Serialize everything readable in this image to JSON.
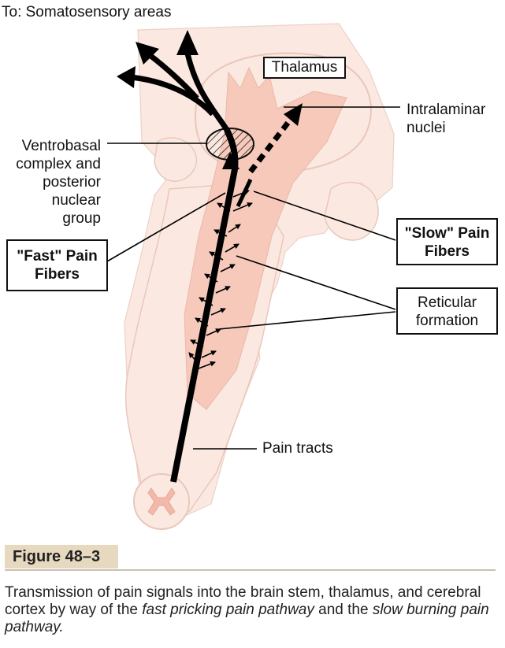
{
  "labels": {
    "top": "To: Somatosensory areas",
    "thalamus": "Thalamus",
    "intralaminar": [
      "Intralaminar",
      "nuclei"
    ],
    "ventrobasal": [
      "Ventrobasal",
      "complex and",
      "posterior",
      "nuclear",
      "group"
    ],
    "fast": [
      "\"Fast\" Pain",
      "Fibers"
    ],
    "slow": [
      "\"Slow\" Pain",
      "Fibers"
    ],
    "reticular": [
      "Reticular",
      "formation"
    ],
    "pain_tracts": "Pain tracts"
  },
  "figure": {
    "tag": "Figure 48–3",
    "caption_a": "Transmission of pain signals into the brain stem, thalamus, and cerebral cortex by way of the ",
    "caption_fast": "fast pricking pain pathway",
    "caption_b": " and the ",
    "caption_slow": "slow burning pain pathway.",
    "caption_c": ""
  },
  "colors": {
    "tissue": "#fbe9e1",
    "tissue_outline": "#e9c7bb",
    "reticular": "#f6c9bb",
    "pathway": "#000000",
    "figure_tag": "#e7d9bf"
  }
}
